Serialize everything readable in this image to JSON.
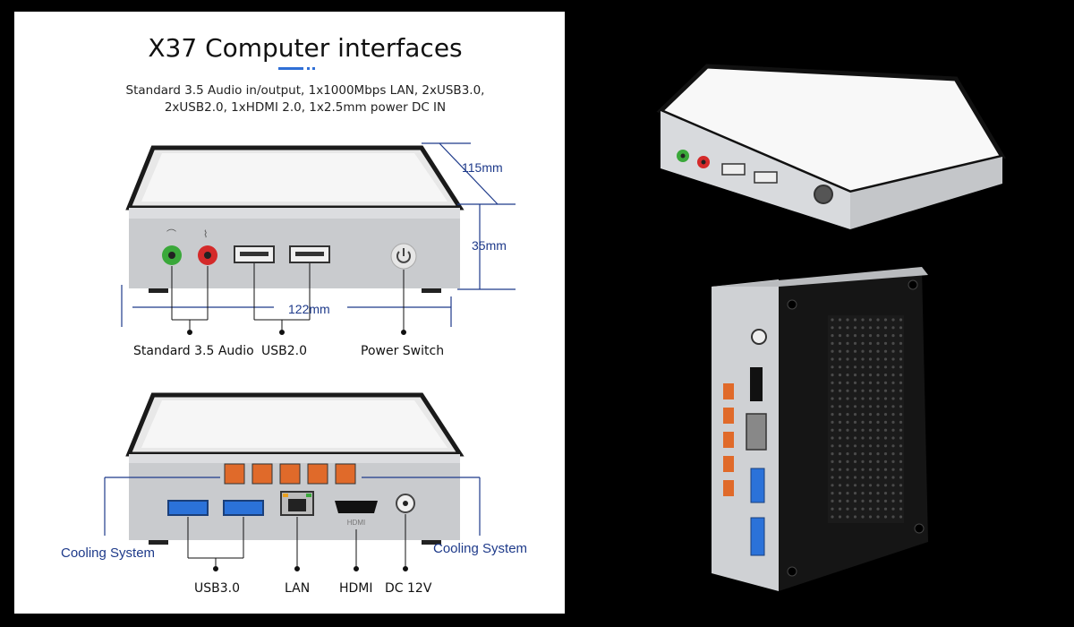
{
  "header": {
    "title": "X37 Computer interfaces",
    "spec_line1": "Standard 3.5 Audio in/output, 1x1000Mbps LAN, 2xUSB3.0,",
    "spec_line2": "2xUSB2.0, 1xHDMI 2.0, 1x2.5mm power DC IN"
  },
  "dimensions": {
    "depth": "115mm",
    "height": "35mm",
    "width": "122mm"
  },
  "front_ports": {
    "audio": "Standard 3.5 Audio",
    "usb2": "USB2.0",
    "power": "Power Switch"
  },
  "rear_ports": {
    "cooling_left": "Cooling System",
    "cooling_right": "Cooling System",
    "usb3": "USB3.0",
    "lan": "LAN",
    "hdmi": "HDMI",
    "dc": "DC 12V",
    "hdmi_embossed": "HDMI"
  },
  "colors": {
    "accent": "#1e3a8a",
    "divider_accent": "#2f6fd6",
    "usb2_port": "#e5e5e5",
    "usb3_port": "#2b72d9",
    "audio_in": "#3aa83a",
    "audio_out": "#d42a2a",
    "cooling_vent": "#e06a2a"
  }
}
